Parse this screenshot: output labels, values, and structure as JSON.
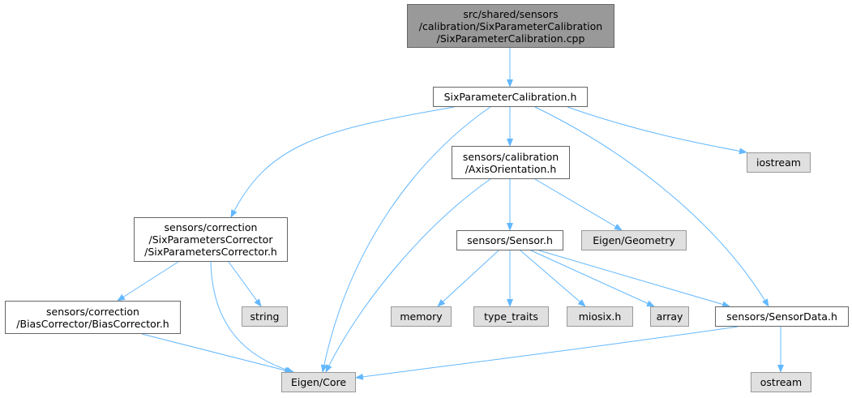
{
  "graph": {
    "colors": {
      "edge": "#63b8ff",
      "root_fill": "#999999",
      "node_fill": "#ffffff",
      "external_fill": "#e0e0e0",
      "border": "#666666"
    },
    "nodes": [
      {
        "id": "root",
        "style": "root",
        "lines": [
          "src/shared/sensors",
          "/calibration/SixParameterCalibration",
          "/SixParameterCalibration.cpp"
        ]
      },
      {
        "id": "six-param-h",
        "style": "white",
        "lines": [
          "SixParameterCalibration.h"
        ]
      },
      {
        "id": "axis-orientation-h",
        "style": "white",
        "lines": [
          "sensors/calibration",
          "/AxisOrientation.h"
        ]
      },
      {
        "id": "iostream",
        "style": "gray",
        "lines": [
          "iostream"
        ]
      },
      {
        "id": "six-params-corrector-h",
        "style": "white",
        "lines": [
          "sensors/correction",
          "/SixParametersCorrector",
          "/SixParametersCorrector.h"
        ]
      },
      {
        "id": "sensor-h",
        "style": "white",
        "lines": [
          "sensors/Sensor.h"
        ]
      },
      {
        "id": "eigen-geometry",
        "style": "gray",
        "lines": [
          "Eigen/Geometry"
        ]
      },
      {
        "id": "bias-corrector-h",
        "style": "white",
        "lines": [
          "sensors/correction",
          "/BiasCorrector/BiasCorrector.h"
        ]
      },
      {
        "id": "string",
        "style": "gray",
        "lines": [
          "string"
        ]
      },
      {
        "id": "memory",
        "style": "gray",
        "lines": [
          "memory"
        ]
      },
      {
        "id": "type-traits",
        "style": "gray",
        "lines": [
          "type_traits"
        ]
      },
      {
        "id": "miosix-h",
        "style": "gray",
        "lines": [
          "miosix.h"
        ]
      },
      {
        "id": "array",
        "style": "gray",
        "lines": [
          "array"
        ]
      },
      {
        "id": "sensor-data-h",
        "style": "white",
        "lines": [
          "sensors/SensorData.h"
        ]
      },
      {
        "id": "eigen-core",
        "style": "gray",
        "lines": [
          "Eigen/Core"
        ]
      },
      {
        "id": "ostream",
        "style": "gray",
        "lines": [
          "ostream"
        ]
      }
    ],
    "edges": [
      {
        "from": "root",
        "to": "six-param-h"
      },
      {
        "from": "six-param-h",
        "to": "six-params-corrector-h"
      },
      {
        "from": "six-param-h",
        "to": "eigen-core"
      },
      {
        "from": "six-param-h",
        "to": "axis-orientation-h"
      },
      {
        "from": "six-param-h",
        "to": "sensor-data-h"
      },
      {
        "from": "six-param-h",
        "to": "iostream"
      },
      {
        "from": "axis-orientation-h",
        "to": "eigen-core"
      },
      {
        "from": "axis-orientation-h",
        "to": "sensor-h"
      },
      {
        "from": "axis-orientation-h",
        "to": "eigen-geometry"
      },
      {
        "from": "six-params-corrector-h",
        "to": "bias-corrector-h"
      },
      {
        "from": "six-params-corrector-h",
        "to": "eigen-core"
      },
      {
        "from": "six-params-corrector-h",
        "to": "string"
      },
      {
        "from": "bias-corrector-h",
        "to": "eigen-core"
      },
      {
        "from": "sensor-h",
        "to": "memory"
      },
      {
        "from": "sensor-h",
        "to": "type-traits"
      },
      {
        "from": "sensor-h",
        "to": "miosix-h"
      },
      {
        "from": "sensor-h",
        "to": "array"
      },
      {
        "from": "sensor-h",
        "to": "sensor-data-h"
      },
      {
        "from": "sensor-data-h",
        "to": "eigen-core"
      },
      {
        "from": "sensor-data-h",
        "to": "ostream"
      }
    ]
  }
}
